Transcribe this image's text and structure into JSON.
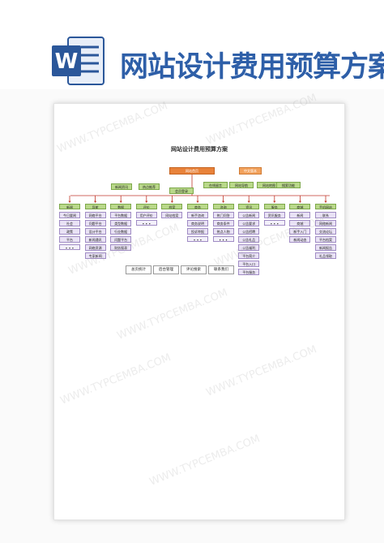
{
  "banner": {
    "app_icon": "word-icon",
    "title": "网站设计费用预算方案"
  },
  "document": {
    "title": "网站设计费用预算方案",
    "root": {
      "label": "网站首页",
      "side": "中文版本"
    },
    "level2": [
      "在线留言",
      "网站导航",
      "网站地图",
      "会员登录",
      "搜索功能"
    ],
    "level3": [
      "新闻资讯",
      "热点推荐"
    ],
    "columns": [
      {
        "head": "新闻",
        "items": [
          "今日要闻",
          "社会",
          "政策",
          "平台"
        ],
        "more": "• • •"
      },
      {
        "head": "导航",
        "items": [
          "网络平台",
          "问题平台",
          "设计平台",
          "新闻通讯",
          "网络资源",
          "专家新闻"
        ],
        "more": ""
      },
      {
        "head": "数据",
        "items": [
          "平台数据",
          "类型数据",
          "行业数据",
          "问题平台",
          "财务报表"
        ],
        "more": ""
      },
      {
        "head": "评价",
        "items": [
          "用户评价"
        ],
        "more": "• • •"
      },
      {
        "head": "档案",
        "items": [
          "网站档案"
        ],
        "more": ""
      },
      {
        "head": "商务",
        "items": [
          "新手咨询",
          "商务说明",
          "投诉举报"
        ],
        "more": "• • •"
      },
      {
        "head": "咨询",
        "items": [
          "热门问答",
          "商务条件",
          "热点人物"
        ],
        "more": "• • •"
      },
      {
        "head": "资讯",
        "items": [
          "公告新闻",
          "公告要求",
          "公告招聘",
          "公告礼品",
          "公告福利",
          "平台简介",
          "平台入口",
          "平台服务"
        ],
        "more": ""
      },
      {
        "head": "服务",
        "items": [
          "资讯服务"
        ],
        "more": "• • •"
      },
      {
        "head": "商城",
        "items": [
          "新闻",
          "商城",
          "新手入门",
          "新闻动态"
        ],
        "more": ""
      },
      {
        "head": "手机网站",
        "items": [
          "联系",
          "网络新闻",
          "交流论坛",
          "平台档案",
          "新闻报告",
          "礼品领取"
        ],
        "more": ""
      }
    ],
    "footer_links": [
      "总页统计",
      "后台管理",
      "评论搜索",
      "联系我们"
    ]
  },
  "watermark": "WWW.TYPCEMBA.COM"
}
